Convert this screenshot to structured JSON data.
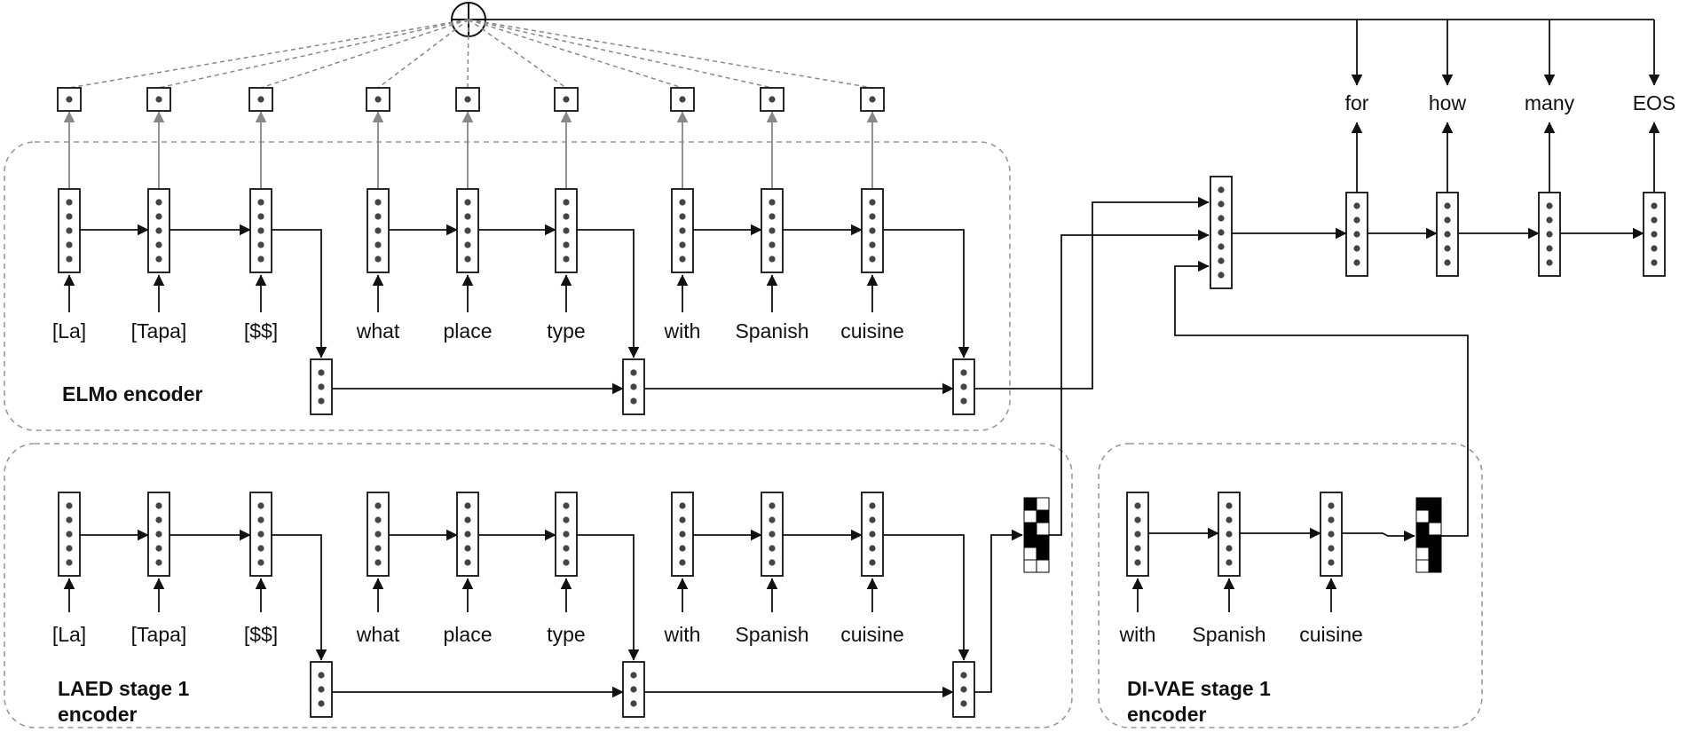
{
  "regions": {
    "elmo": {
      "title": "ELMo encoder"
    },
    "laed": {
      "title_line1": "LAED stage 1",
      "title_line2": "encoder"
    },
    "divae": {
      "title_line1": "DI-VAE stage 1",
      "title_line2": "encoder"
    }
  },
  "elmo_tokens": [
    "[La]",
    "[Tapa]",
    "[$$]",
    "what",
    "place",
    "type",
    "with",
    "Spanish",
    "cuisine"
  ],
  "laed_tokens": [
    "[La]",
    "[Tapa]",
    "[$$]",
    "what",
    "place",
    "type",
    "with",
    "Spanish",
    "cuisine"
  ],
  "divae_tokens": [
    "with",
    "Spanish",
    "cuisine"
  ],
  "output_tokens": [
    "for",
    "how",
    "many",
    "EOS"
  ],
  "laed_code_grid": [
    [
      1,
      0
    ],
    [
      0,
      1
    ],
    [
      1,
      0
    ],
    [
      1,
      1
    ],
    [
      0,
      1
    ],
    [
      0,
      0
    ]
  ],
  "divae_code_grid": [
    [
      1,
      1
    ],
    [
      0,
      1
    ],
    [
      1,
      0
    ],
    [
      1,
      1
    ],
    [
      0,
      1
    ],
    [
      0,
      1
    ]
  ],
  "colors": {
    "stroke": "#111111",
    "dashed": "#999999",
    "gray_arrow": "#888888",
    "dot": "#444444"
  }
}
